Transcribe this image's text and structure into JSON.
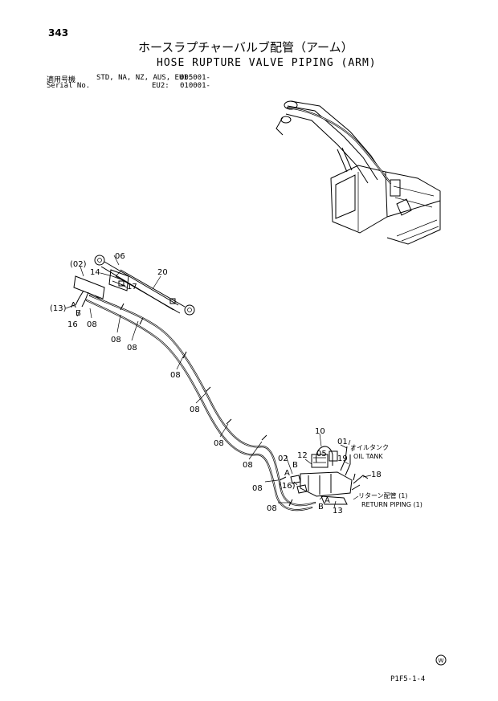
{
  "page_number": "343",
  "title_jp": "ホースラプチャーバルブ配管（アーム）",
  "title_en": "HOSE RUPTURE VALVE PIPING (ARM)",
  "serial": {
    "label_jp": "適用号機",
    "label_en": "Serial No.",
    "models": "STD, NA, NZ, AUS, EU1:",
    "range1": "005001-",
    "eu2_label": "EU2:",
    "range2": "010001-"
  },
  "callouts": {
    "p01": "01",
    "p02": "02",
    "p02_paren": "(02)",
    "p05": "05",
    "p06": "06",
    "p08": "08",
    "p10": "10",
    "p12": "12",
    "p13": "13",
    "p13_paren": "(13)",
    "p14": "14",
    "p16": "16",
    "p16_paren": "(16)",
    "p17": "17",
    "p18": "18",
    "p19": "19",
    "p20": "20",
    "A": "A",
    "B": "B"
  },
  "notes": {
    "oil_tank_jp": "オイルタンク",
    "oil_tank_en": "OIL TANK",
    "return_jp": "リターン配管 (1)",
    "return_en": "RETURN PIPING (1)"
  },
  "footer_code": "P1F5-1-4",
  "w_mark": "W"
}
